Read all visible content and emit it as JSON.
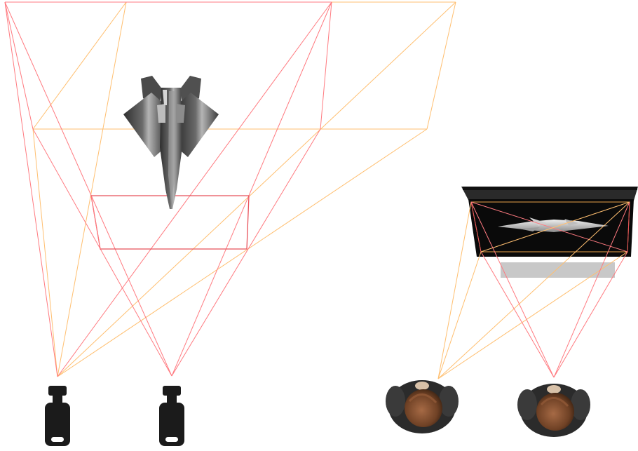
{
  "scene": {
    "left_panel": {
      "subject": "jet-aircraft-model",
      "viewers": [
        "camera-left",
        "camera-right"
      ]
    },
    "right_panel": {
      "display": "stereo-screen-with-jet-image",
      "viewers": [
        "person-left",
        "person-right"
      ]
    }
  },
  "colors": {
    "left_eye_frustum": "#ff7a80",
    "right_eye_frustum": "#ffbf70",
    "screen_bezel": "#111111",
    "screen_base": "#c8c8c8",
    "jet_body": "#5a5a5a",
    "camera_body": "#1b1b1b"
  }
}
